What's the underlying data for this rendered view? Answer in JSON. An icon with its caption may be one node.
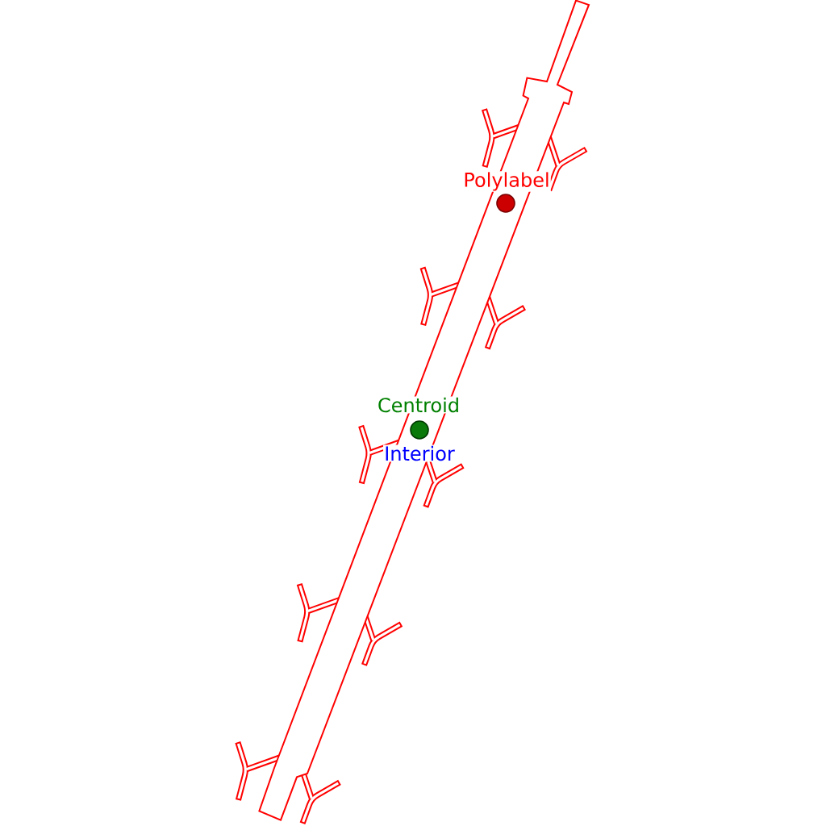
{
  "diagram": {
    "labels": [
      "Polylabel",
      "Centroid",
      "Interior"
    ]
  }
}
